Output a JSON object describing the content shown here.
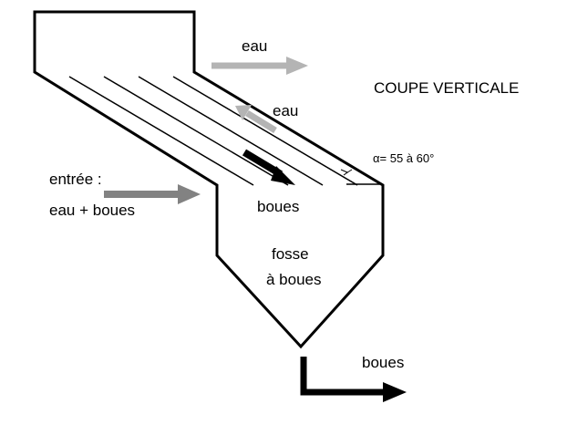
{
  "title": "COUPE VERTICALE",
  "labels": {
    "water_out": "eau",
    "water_up": "eau",
    "sludge_down": "boues",
    "inlet_line1": "entrée :",
    "inlet_line2": "eau + boues",
    "pit_line1": "fosse",
    "pit_line2": "à boues",
    "sludge_out": "boues",
    "angle": "α= 55 à 60°"
  },
  "colors": {
    "outline": "#000000",
    "water_arrow": "#b4b4b4",
    "inlet_arrow": "#828282",
    "sludge_arrow": "#000000"
  }
}
